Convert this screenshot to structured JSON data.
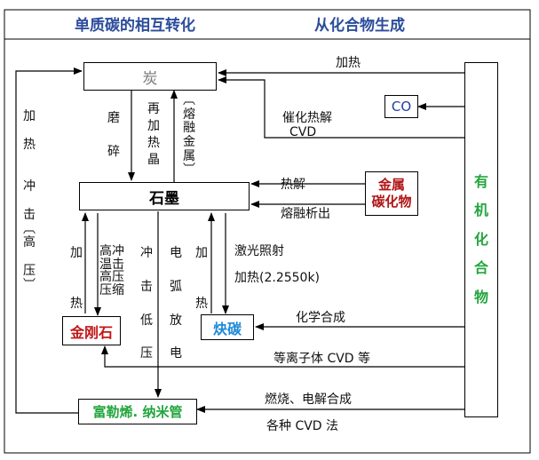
{
  "header": {
    "left_title": "单质碳的相互转化",
    "right_title": "从化合物生成"
  },
  "nodes": {
    "carbon": "炭",
    "graphite": "石墨",
    "co": "CO",
    "metal_carbide": "金属\n碳化物",
    "diamond": "金刚石",
    "carbyne": "炔碳",
    "fullerene": "富勒烯. 纳米管",
    "organic": "有\n\n机\n\n化\n\n合\n\n物"
  },
  "labels": {
    "heat_co": "加热",
    "catalytic": "催化热解",
    "cvd": "CVD",
    "pyrolysis": "热解",
    "melt_precip": "熔融析出",
    "laser": "激光照射",
    "heat_temp": "加热(2.2550k)",
    "chem_synth": "化学合成",
    "plasma": "等离子体 CVD 等",
    "burn_elec": "燃烧、电解合成",
    "various_cvd": "各种 CVD 法",
    "grind": "磨\n\n碎",
    "recryst": "再\n加\n热\n晶",
    "melt_metal": "︹\n熔\n融\n金\n属\n︺",
    "left_heat": "加\n\n热\n\n\n冲\n\n击\n︹\n高\n\n压\n︺",
    "g_to_d_heat": "加\n\n\n热",
    "shock_hp": "高冲\n温击\n高压\n压缩",
    "shock_lp": "冲\n\n击\n\n低\n\n压",
    "arc_discharge": "电\n\n弧\n\n放\n\n电",
    "g_to_c_heat": "加\n\n\n热"
  }
}
